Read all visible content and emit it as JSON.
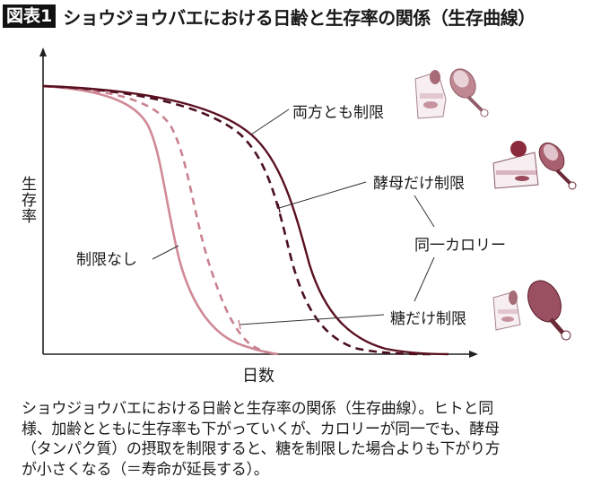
{
  "header": {
    "badge": "図表1",
    "title": "ショウジョウバエにおける日齢と生存率の関係（生存曲線）"
  },
  "chart_data": {
    "type": "line",
    "title": "ショウジョウバエにおける日齢と生存率の関係（生存曲線）",
    "xlabel": "日数",
    "ylabel": "生存率",
    "grid": false,
    "legend_position": "inline annotations",
    "x_ticks": [],
    "y_ticks": [],
    "note": "Schematic survival curves; no numeric axis ticks. Values normalized: x = relative days (0–1), y = relative survival (0–1).",
    "x": [
      0,
      0.1,
      0.2,
      0.3,
      0.4,
      0.5,
      0.6,
      0.7,
      0.8,
      0.9,
      1.0
    ],
    "series": [
      {
        "name": "制限なし",
        "style": "solid",
        "color": "#d08a96",
        "values": [
          1.0,
          0.97,
          0.86,
          0.45,
          0.08,
          0.0,
          0.0,
          0.0,
          0.0,
          0.0,
          0.0
        ]
      },
      {
        "name": "糖だけ制限",
        "style": "dashed",
        "color": "#c98290",
        "values": [
          1.0,
          0.98,
          0.93,
          0.75,
          0.25,
          0.02,
          0.0,
          0.0,
          0.0,
          0.0,
          0.0
        ]
      },
      {
        "name": "酵母だけ制限",
        "style": "dashed",
        "color": "#4a0f1f",
        "values": [
          1.0,
          0.99,
          0.97,
          0.94,
          0.88,
          0.75,
          0.45,
          0.15,
          0.03,
          0.0,
          0.0
        ]
      },
      {
        "name": "両方とも制限",
        "style": "solid",
        "color": "#5a1020",
        "values": [
          1.0,
          0.99,
          0.97,
          0.95,
          0.9,
          0.82,
          0.62,
          0.3,
          0.08,
          0.01,
          0.0
        ]
      }
    ],
    "annotations": [
      {
        "text": "両方とも制限",
        "target": "両方とも制限",
        "icon": "cake-and-chicken-faded"
      },
      {
        "text": "酵母だけ制限",
        "target": "酵母だけ制限",
        "icon": "cake-and-chicken-normal"
      },
      {
        "text": "同一カロリー",
        "target": [
          "酵母だけ制限",
          "糖だけ制限"
        ]
      },
      {
        "text": "糖だけ制限",
        "target": "糖だけ制限",
        "icon": "cake-faded-chicken-full"
      },
      {
        "text": "制限なし",
        "target": "制限なし"
      }
    ]
  },
  "chart": {
    "ylabel": "生存率",
    "xlabel": "日数",
    "labels": {
      "both": "両方とも制限",
      "yeast": "酵母だけ制限",
      "same_calorie": "同一カロリー",
      "sugar": "糖だけ制限",
      "none": "制限なし"
    },
    "colors": {
      "none": "#d08a96",
      "sugar": "#c98290",
      "yeast": "#4a0f1f",
      "both": "#5a1020",
      "axis": "#222222",
      "leader": "#333333"
    }
  },
  "caption": {
    "lines": [
      "ショウジョウバエにおける日齢と生存率の関係（生存曲線）。ヒトと同",
      "様、加齢とともに生存率も下がっていくが、カロリーが同一でも、酵母",
      "（タンパク質）の摂取を制限すると、糖を制限した場合よりも下がり方",
      "が小さくなる（＝寿命が延長する）。"
    ]
  }
}
